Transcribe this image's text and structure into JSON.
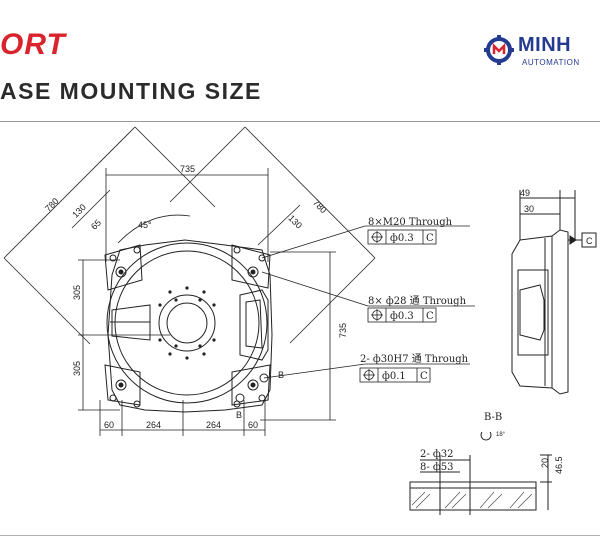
{
  "header": {
    "brand_fragment": "ORT",
    "title": "ASE MOUNTING SIZE"
  },
  "logo": {
    "name": "MINH",
    "sub": "AUTOMATION"
  },
  "dims": {
    "d735_top": "735",
    "d780_left": "780",
    "d780_right": "780",
    "d130_left": "130",
    "d130_right": "130",
    "d65": "65",
    "d45deg": "45°",
    "d305_top": "305",
    "d305_bot": "305",
    "d735_right": "735",
    "d60_left": "60",
    "d264_left": "264",
    "d264_right": "264",
    "d60_right": "60",
    "d49": "49",
    "d30": "30",
    "d20": "20",
    "d46_5": "46.5",
    "label_B1": "B",
    "label_B2": "B",
    "label_C": "C"
  },
  "notes": {
    "n1_text": "8×M20 Through",
    "n1_tol": "ф0.3",
    "n1_ref": "C",
    "n2_text": "8× ф28 通 Through",
    "n2_tol": "ф0.3",
    "n2_ref": "C",
    "n3_text": "2- ф30H7 通 Through",
    "n3_tol": "ф0.1",
    "n3_ref": "C"
  },
  "section": {
    "label": "B-B",
    "rot": "18°",
    "d32": "2- ф32",
    "d53": "8- ф53"
  }
}
